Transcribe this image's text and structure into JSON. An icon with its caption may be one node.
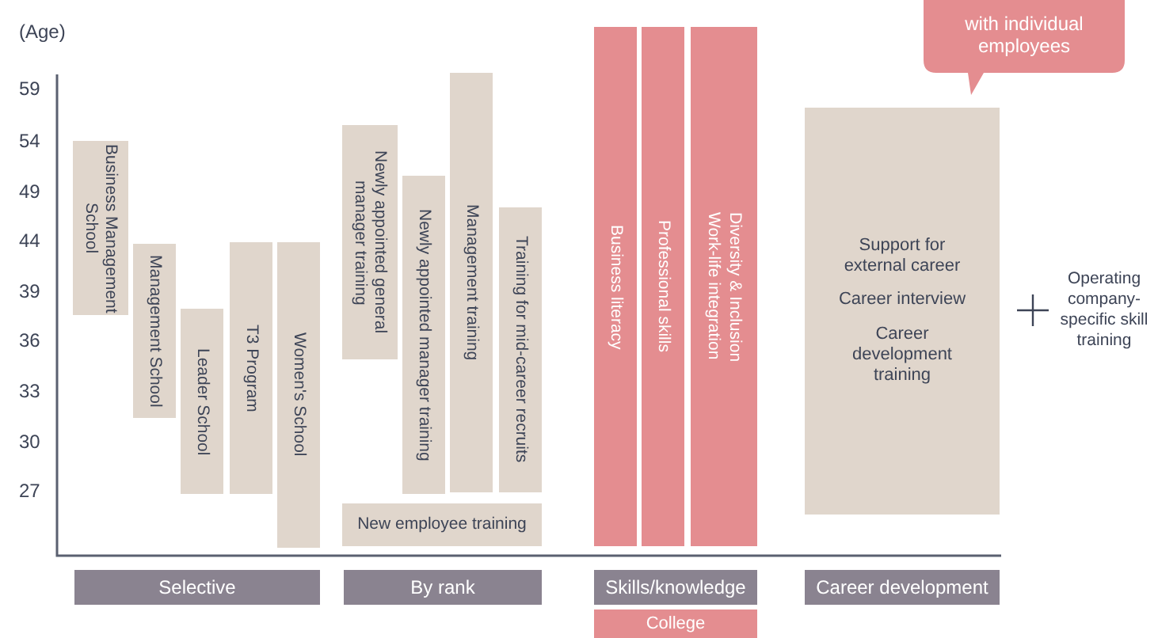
{
  "diagram": {
    "nodes": [
      {
        "text": [
          "Business Management School"
        ]
      },
      {
        "text": [
          "Management School"
        ]
      },
      {
        "text": [
          "Leader School"
        ]
      },
      {
        "text": [
          "T3 Program"
        ]
      },
      {
        "text": [
          "Women's School"
        ]
      },
      {
        "text": [
          "Newly appointed general manager training"
        ]
      },
      {
        "text": [
          "Newly appointed manager training"
        ]
      },
      {
        "text": [
          "Management training"
        ]
      },
      {
        "text": [
          "Training for mid-career recruits"
        ]
      },
      {
        "text": [
          "New employee training"
        ]
      },
      {
        "text": [
          "Business literacy"
        ]
      },
      {
        "text": [
          "Professional skills"
        ]
      },
      {
        "text": [
          "Diversity & Inclusion",
          "Work-life integration"
        ]
      },
      {
        "text": [
          "with individual employees"
        ]
      },
      {
        "text": [
          "Support for external career",
          "Career interview",
          "Career development training"
        ]
      },
      {
        "text": [
          "Selective"
        ]
      },
      {
        "text": [
          "By rank"
        ]
      },
      {
        "text": [
          "Skills/knowledge"
        ]
      },
      {
        "text": [
          "College"
        ]
      },
      {
        "text": [
          "Career development"
        ]
      }
    ],
    "labels": [
      "(Age)",
      "59",
      "54",
      "49",
      "44",
      "39",
      "36",
      "33",
      "30",
      "27",
      "Operating company-specific skill training"
    ]
  }
}
